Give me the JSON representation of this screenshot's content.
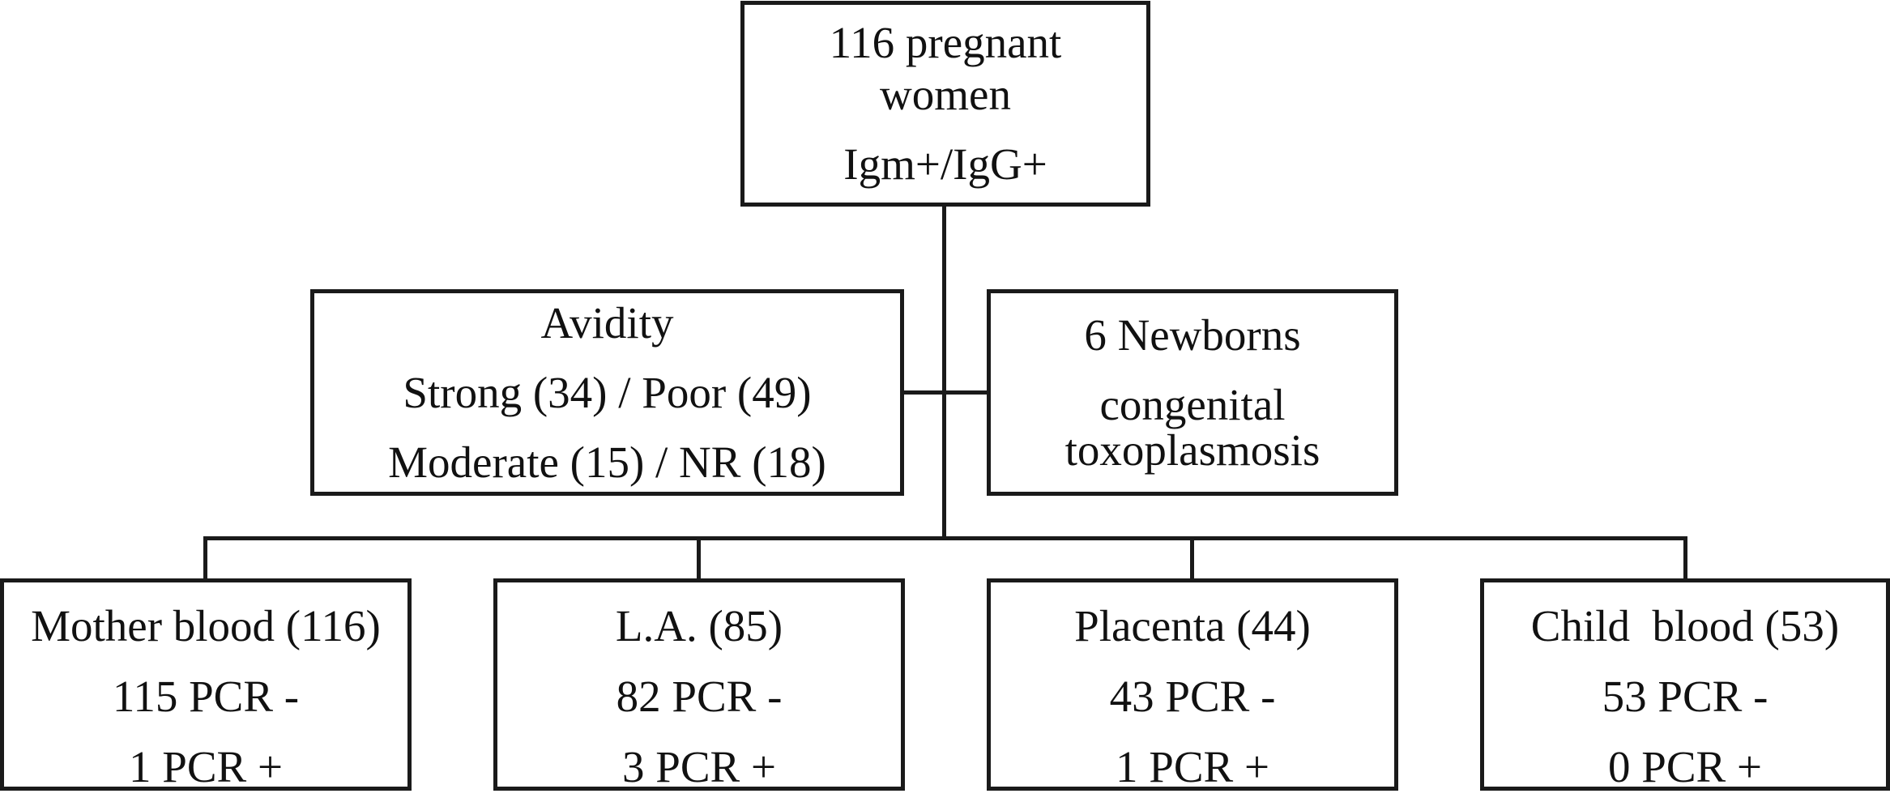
{
  "root": {
    "line1": "116 pregnant",
    "line2": "women",
    "line3": "Igm+/IgG+"
  },
  "avidity": {
    "title": "Avidity",
    "line2": "Strong (34) / Poor (49)",
    "line3": "Moderate (15) / NR (18)"
  },
  "newborns": {
    "line1": "6 Newborns",
    "line2": "congenital",
    "line3": "toxoplasmosis"
  },
  "samples": [
    {
      "title": "Mother blood (116)",
      "neg": "115 PCR -",
      "pos": "1 PCR +"
    },
    {
      "title": "L.A. (85)",
      "neg": "82 PCR -",
      "pos": "3 PCR +"
    },
    {
      "title": "Placenta (44)",
      "neg": "43 PCR -",
      "pos": "1 PCR +"
    },
    {
      "title": "Child  blood (53)",
      "neg": "53 PCR -",
      "pos": "0 PCR +"
    }
  ]
}
